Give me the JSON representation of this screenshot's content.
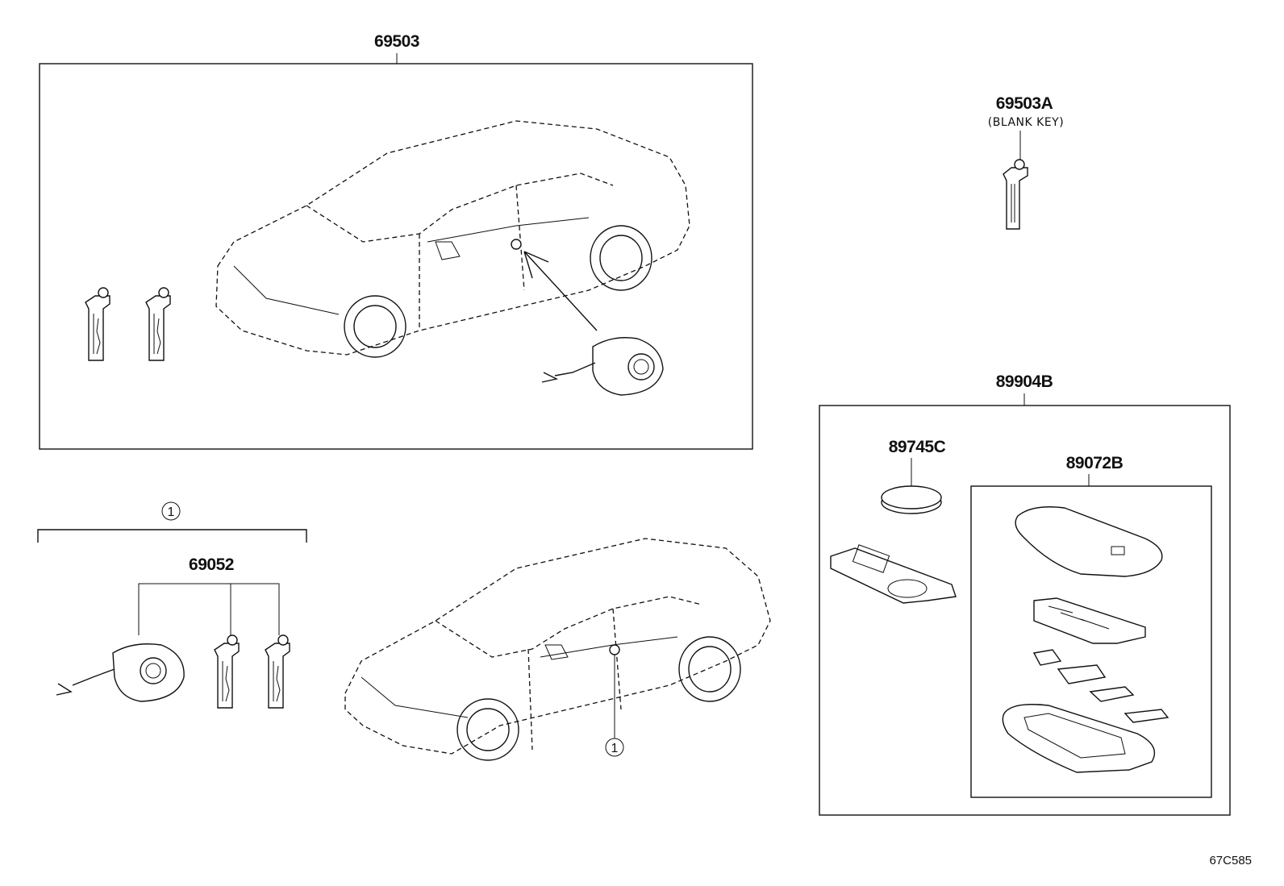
{
  "labels": {
    "key_set": "69503",
    "blank_key_part": "69503A",
    "blank_key_note": "(BLANK KEY)",
    "transmitter_assy": "89904B",
    "battery": "89745C",
    "transmitter_case": "89072B",
    "cylinder_set": "69052",
    "ref_code": "67C585"
  },
  "callouts": {
    "group_marker": "1",
    "car_marker": "1"
  }
}
